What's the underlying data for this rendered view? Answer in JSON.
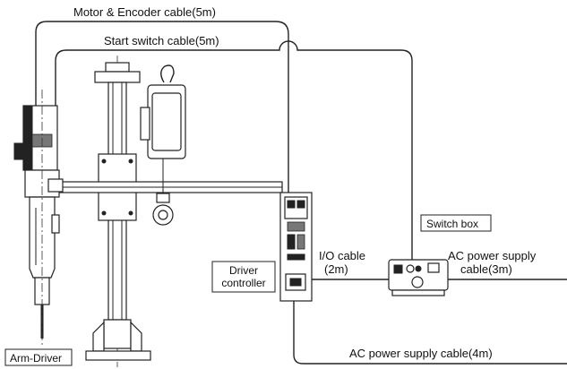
{
  "labels": {
    "motor_encoder_cable": "Motor & Encoder cable(5m)",
    "start_switch_cable": "Start switch cable(5m)",
    "switch_box": "Switch box",
    "io_cable_line1": "I/O cable",
    "io_cable_line2": "(2m)",
    "ac_supply_3m_line1": "AC power supply",
    "ac_supply_3m_line2": "cable(3m)",
    "driver_controller_line1": "Driver",
    "driver_controller_line2": "controller",
    "arm_driver": "Arm-Driver",
    "ac_supply_4m": "AC power supply cable(4m)"
  }
}
